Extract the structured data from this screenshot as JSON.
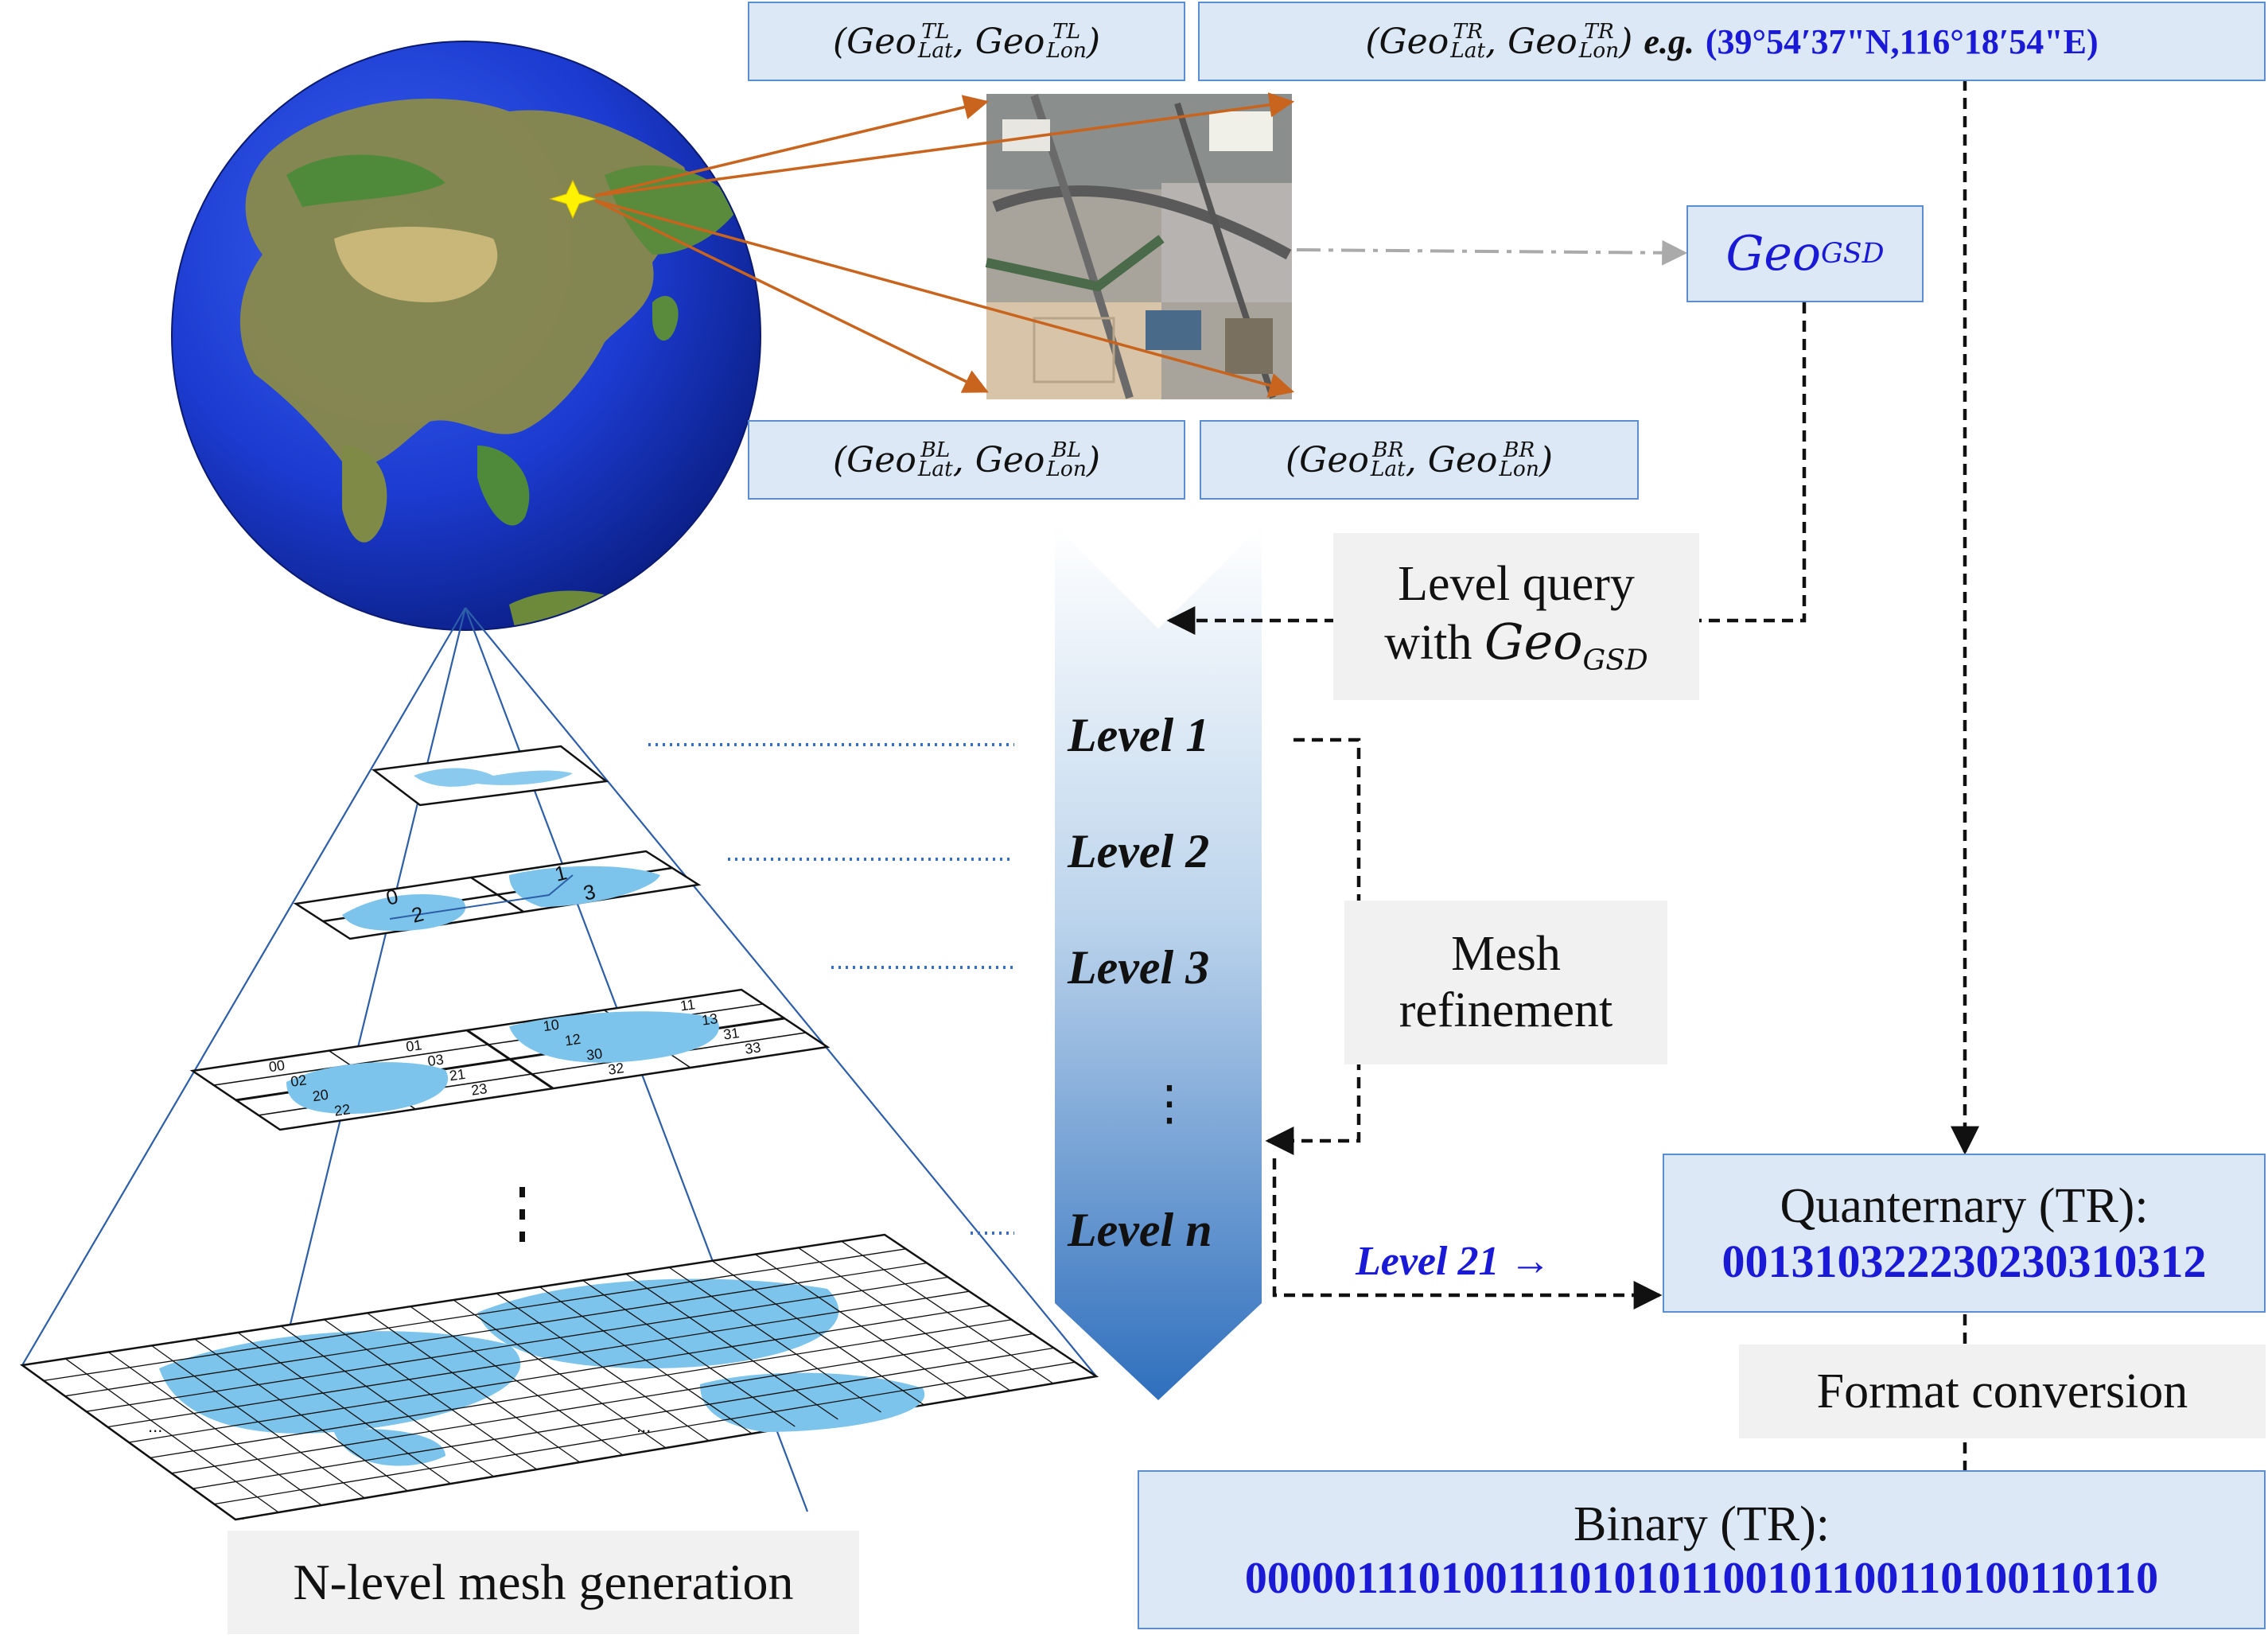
{
  "corners": {
    "top_left": {
      "base": "Geo",
      "sup": "TL",
      "lat": "Lat",
      "lon": "Lon"
    },
    "top_right": {
      "base": "Geo",
      "sup": "TR",
      "lat": "Lat",
      "lon": "Lon",
      "eg": "e.g.",
      "coord": "(39°54′37\"N,116°18′54\"E)"
    },
    "bottom_left": {
      "base": "Geo",
      "sup": "BL",
      "lat": "Lat",
      "lon": "Lon"
    },
    "bottom_right": {
      "base": "Geo",
      "sup": "BR",
      "lat": "Lat",
      "lon": "Lon"
    }
  },
  "gsd": {
    "base": "Geo",
    "sub": "GSD"
  },
  "level_query": {
    "line1": "Level query",
    "line2_prefix": "with ",
    "base": "Geo",
    "sub": "GSD"
  },
  "mesh_refinement": {
    "line1": "Mesh",
    "line2": "refinement"
  },
  "levels": [
    "Level 1",
    "Level 2",
    "Level 3",
    "⋮",
    "Level n"
  ],
  "level21": "Level 21 →",
  "quaternary": {
    "label": "Quanternary (TR):",
    "value": "00131032223023031031 2"
  },
  "format_conversion": "Format conversion",
  "binary": {
    "label": "Binary (TR):",
    "value": "0000011101001110101011001011001101001101 10"
  },
  "mesh_generation": "N-level mesh generation",
  "grid_labels": {
    "level2": [
      "0",
      "1",
      "2",
      "3"
    ],
    "level3": [
      "00",
      "01",
      "02",
      "03",
      "10",
      "11",
      "12",
      "13",
      "20",
      "21",
      "22",
      "23",
      "30",
      "31",
      "32",
      "33"
    ],
    "dots": "⋮",
    "bottom_dots": "..."
  },
  "colors": {
    "box_fill": "#dce8f5",
    "box_border": "#5b8fd1",
    "accent_blue": "#1a1ad6",
    "arrow_orange": "#c8641e",
    "ocean": "#1a37c8",
    "land_water": "#7cc4ec"
  }
}
